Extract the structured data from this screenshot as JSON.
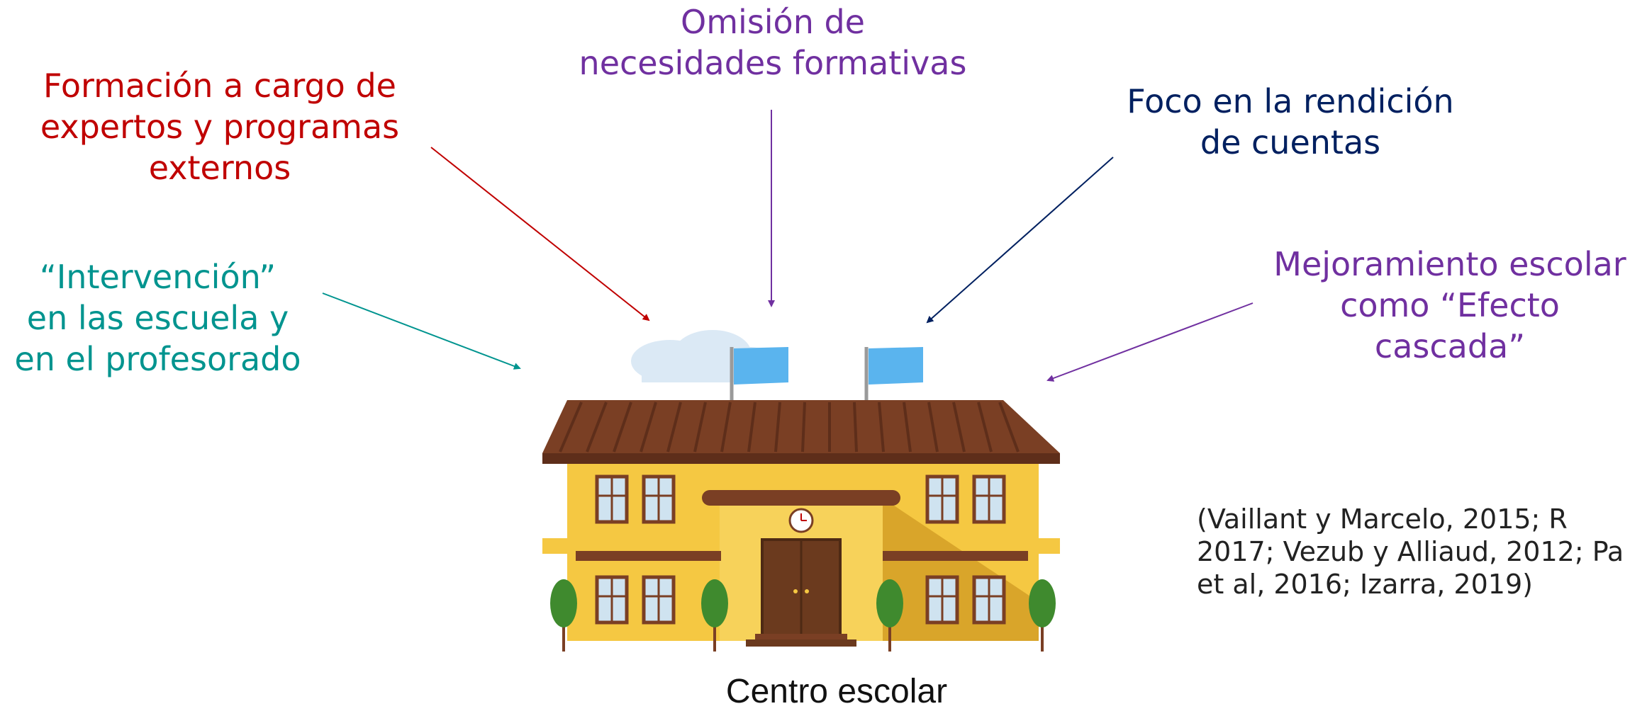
{
  "labels": {
    "formacion": "Formación a cargo de\nexpertos y programas\nexternos",
    "omision": "Omisión de\nnecesidades formativas",
    "foco": "Foco en la rendición\nde cuentas",
    "intervencion": "“Intervención”\nen las escuela y\nen el profesorado",
    "mejoramiento": "Mejoramiento escolar\ncomo “Efecto\ncascada”"
  },
  "colors": {
    "formacion": "#c00000",
    "omision": "#7030a0",
    "foco": "#002060",
    "intervencion": "#00948f",
    "mejoramiento": "#7030a0"
  },
  "caption": "Centro escolar",
  "citation": "(Vaillant y Marcelo, 2015; R\n2017; Vezub y Alliaud, 2012; Pa\net al, 2016; Izarra, 2019)"
}
